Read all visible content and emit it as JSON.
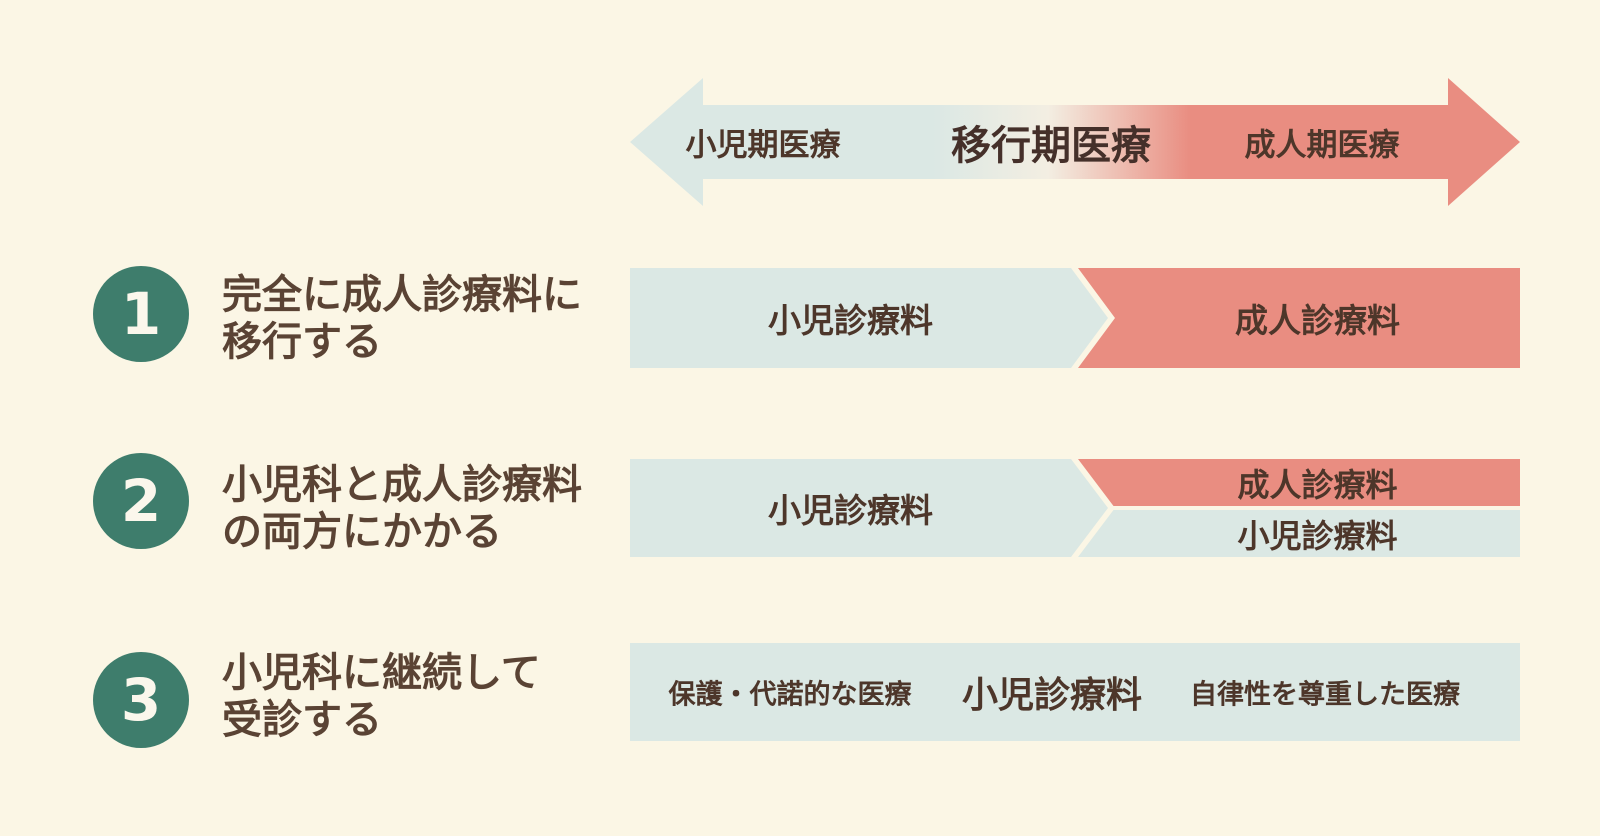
{
  "colors": {
    "background": "#FBF6E5",
    "pediatric_teal": "#DBE8E4",
    "adult_salmon": "#E98D81",
    "badge_green": "#3E7D6C",
    "text_brown": "#5A4334",
    "label_brown": "#4D362A"
  },
  "top_arrow": {
    "left_label": "小児期医療",
    "center_label": "移行期医療",
    "right_label": "成人期医療"
  },
  "options": [
    {
      "number": "1",
      "title_line1": "完全に成人診療料に",
      "title_line2": "移行する",
      "bar": {
        "left_label": "小児診療料",
        "right_label": "成人診療料"
      }
    },
    {
      "number": "2",
      "title_line1": "小児科と成人診療料",
      "title_line2": "の両方にかかる",
      "bar": {
        "left_label": "小児診療料",
        "right_top_label": "成人診療料",
        "right_bottom_label": "小児診療料"
      }
    },
    {
      "number": "3",
      "title_line1": "小児科に継続して",
      "title_line2": "受診する",
      "bar": {
        "left_label": "保護・代諾的な医療",
        "center_label": "小児診療料",
        "right_label": "自律性を尊重した医療"
      }
    }
  ]
}
